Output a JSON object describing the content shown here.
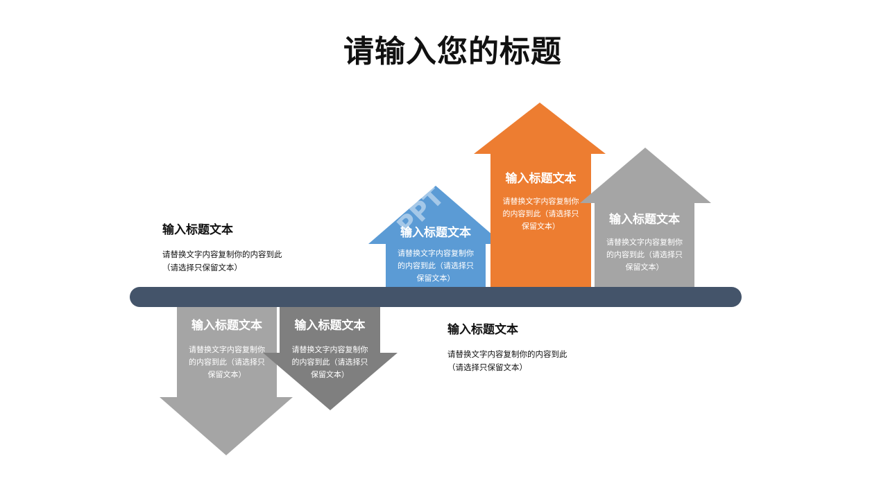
{
  "title": "请输入您的标题",
  "colors": {
    "bar": "#44546a",
    "blue": "#5b9bd5",
    "orange": "#ed7d31",
    "gray": "#a5a5a5",
    "dark_gray": "#7f7f7f"
  },
  "items": [
    {
      "heading": "输入标题文本",
      "body": [
        "请替换文字内容复制你的内容到此",
        "（请选择只保留文本）"
      ]
    },
    {
      "heading": "输入标题文本",
      "body": [
        "请替换文字内容复制你",
        "的内容到此（请选择只",
        "保留文本）"
      ]
    },
    {
      "heading": "输入标题文本",
      "body": [
        "请替换文字内容复制你",
        "的内容到此（请选择只",
        "保留文本）"
      ]
    },
    {
      "heading": "输入标题文本",
      "body": [
        "请替换文字内容复制你",
        "的内容到此（请选择只",
        "保留文本）"
      ]
    },
    {
      "heading": "输入标题文本",
      "body": [
        "请替换文字内容复制你",
        "的内容到此（请选择只",
        "保留文本）"
      ]
    },
    {
      "heading": "输入标题文本",
      "body": [
        "请替换文字内容复制你",
        "的内容到此（请选择只",
        "保留文本）"
      ]
    },
    {
      "heading": "输入标题文本",
      "body": [
        "请替换文字内容复制你的内容到此",
        "（请选择只保留文本）"
      ]
    }
  ],
  "watermark": "PPT"
}
